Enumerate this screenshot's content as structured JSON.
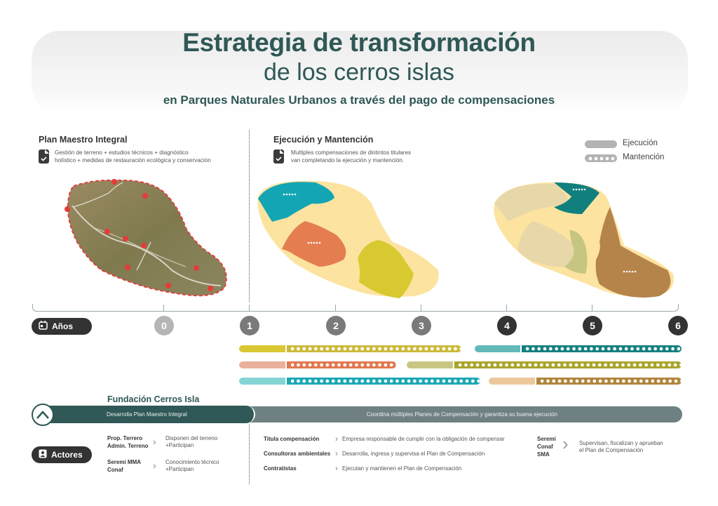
{
  "header": {
    "title_line1": "Estrategia de transformación",
    "title_line2": "de los cerros islas",
    "subtitle": "en Parques Naturales Urbanos a través del pago de compensaciones"
  },
  "plan_maestro": {
    "title": "Plan Maestro Integral",
    "description_line1": "Gestión de terreno + estudios técnicos + diagnóstico",
    "description_line2": "holístico + medidas de restauración ecológica y conservación",
    "icon": "document-check-icon",
    "map": "aerial-site-map-with-numbered-points"
  },
  "ejecucion": {
    "title": "Ejecución y Mantención",
    "description_line1": "Multiples compensaciones de dintintos titulares",
    "description_line2": "van completando la ejecución y mantención.",
    "icon": "document-check-icon"
  },
  "legend": {
    "items": [
      {
        "label": "Ejecución",
        "style": "solid",
        "color": "#b3b3b3"
      },
      {
        "label": "Mantención",
        "style": "dotted",
        "color": "#b3b3b3"
      }
    ]
  },
  "timeline": {
    "label": "Años",
    "icon": "calendar-icon",
    "years": [
      {
        "label": "0",
        "color": "#b5b5b5"
      },
      {
        "label": "1",
        "color": "#7a7a7a"
      },
      {
        "label": "2",
        "color": "#7a7a7a"
      },
      {
        "label": "3",
        "color": "#7a7a7a"
      },
      {
        "label": "4",
        "color": "#333333"
      },
      {
        "label": "5",
        "color": "#333333"
      },
      {
        "label": "6",
        "color": "#333333"
      }
    ]
  },
  "compensation_bars": [
    {
      "row": 1,
      "exec_color": "#d9c833",
      "maint_color": "#cdb93a",
      "exec_start": 341,
      "exec_end": 407,
      "maint_end": 658
    },
    {
      "row": 1,
      "exec_color": "#63b9b9",
      "maint_color": "#147f80",
      "exec_start": 677,
      "exec_end": 742,
      "maint_end": 972
    },
    {
      "row": 2,
      "exec_color": "#e9b09b",
      "maint_color": "#e2774e",
      "exec_start": 341,
      "exec_end": 407,
      "maint_end": 565
    },
    {
      "row": 2,
      "exec_color": "#c8c682",
      "maint_color": "#a9a42a",
      "exec_start": 580,
      "exec_end": 646,
      "maint_end": 972
    },
    {
      "row": 3,
      "exec_color": "#84d4d6",
      "maint_color": "#1aa7b5",
      "exec_start": 341,
      "exec_end": 407,
      "maint_end": 685
    },
    {
      "row": 3,
      "exec_color": "#ecc79c",
      "maint_color": "#b0843a",
      "exec_start": 697,
      "exec_end": 763,
      "maint_end": 972
    }
  ],
  "fundacion": {
    "title": "Fundación Cerros Isla",
    "icon": "fundacion-logo-icon",
    "phase1": "Desarrolla Plan Maestro Integral",
    "phase2": "Coordina múltiples Planes de Compensación y garantiza su buena ejecución"
  },
  "actores": {
    "label": "Actores",
    "icon": "person-badge-icon",
    "plan_phase": [
      {
        "names": [
          "Prop. Terrero",
          "Admin. Terreno"
        ],
        "role": [
          "Disponen del terreno",
          "+Participan"
        ]
      },
      {
        "names": [
          "Seremi MMA",
          "Conaf"
        ],
        "role": [
          "Conocimiento técnico",
          "+Participan"
        ]
      }
    ],
    "execution_phase": [
      {
        "name": "Titula compensación",
        "role": "Empresa responsable de cumplir con la obligación de compensar"
      },
      {
        "name": "Consultoras ambientales",
        "role": "Desarrolla, ingresa y supervisa el Plan de Compensación"
      },
      {
        "name": "Contratistas",
        "role": "Ejecutan y mantienen el Plan de Compensación"
      }
    ],
    "supervisors": {
      "names": [
        "Seremi",
        "Conaf",
        "SMA"
      ],
      "role": [
        "Supervisan, fiscalizan y aprueban",
        "el Plan de Compensación"
      ]
    }
  },
  "colors": {
    "brand": "#2f5856",
    "brand_secondary": "#6e8082",
    "dark": "#333333"
  }
}
